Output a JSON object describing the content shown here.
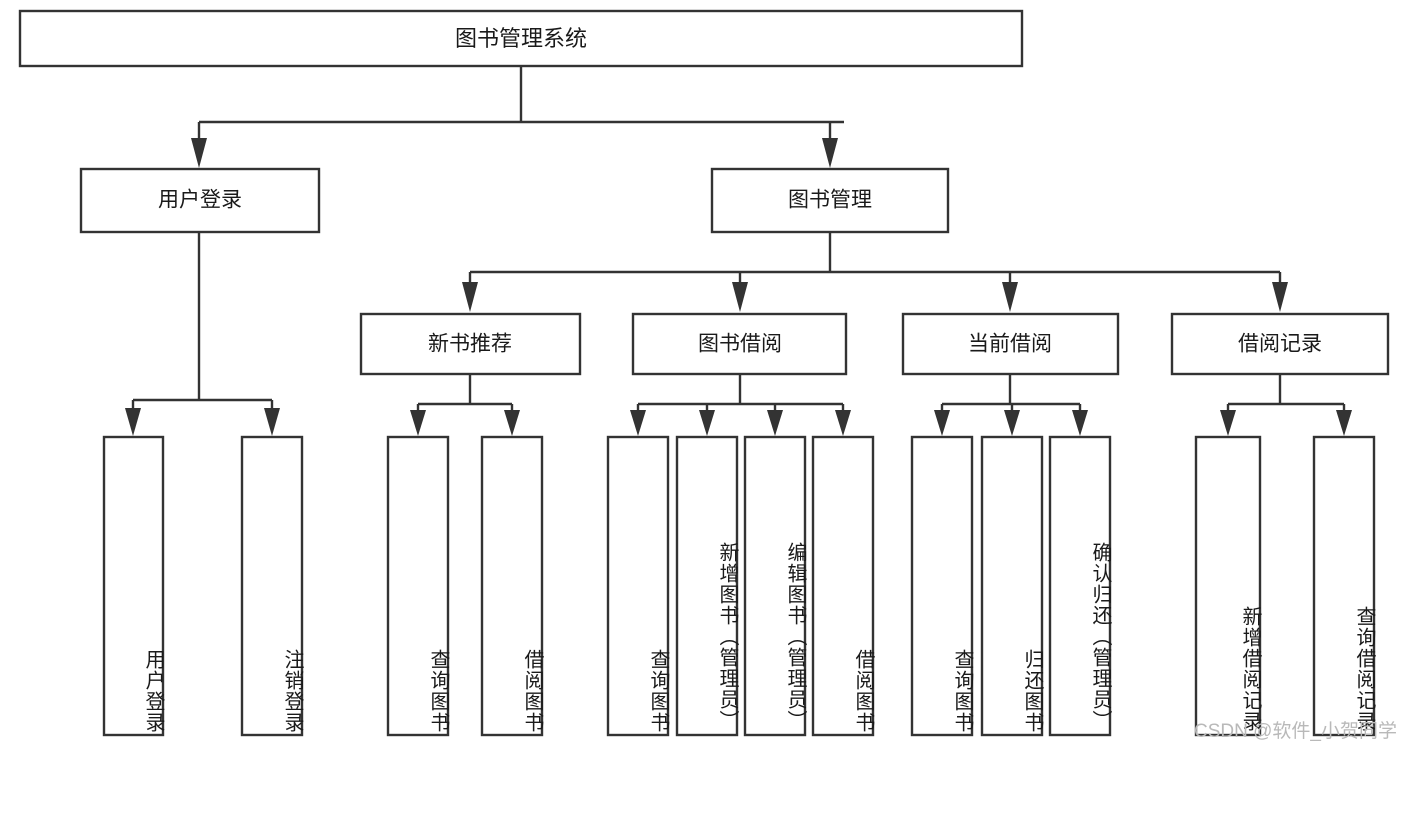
{
  "diagram": {
    "type": "tree-hierarchy",
    "title_node": "图书管理系统",
    "watermark": "CSDN @软件_小贺同学",
    "colors": {
      "stroke": "#333333",
      "box_fill": "#ffffff",
      "text": "#1a1a1a",
      "background": "#ffffff",
      "watermark": "#b9b9b9"
    },
    "levels": {
      "root": {
        "label": "图书管理系统"
      },
      "level2": [
        {
          "label": "用户登录"
        },
        {
          "label": "图书管理"
        }
      ],
      "level3": [
        {
          "label": "新书推荐"
        },
        {
          "label": "图书借阅"
        },
        {
          "label": "当前借阅"
        },
        {
          "label": "借阅记录"
        }
      ]
    },
    "leaves": {
      "user_login": [
        {
          "label": "用户登录"
        },
        {
          "label": "注销登录"
        }
      ],
      "new_book_recommend": [
        {
          "label": "查询图书"
        },
        {
          "label": "借阅图书"
        }
      ],
      "book_borrow": [
        {
          "label": "查询图书"
        },
        {
          "label": "新增图书（管理员）"
        },
        {
          "label": "编辑图书（管理员）"
        },
        {
          "label": "借阅图书"
        }
      ],
      "current_borrow": [
        {
          "label": "查询图书"
        },
        {
          "label": "归还图书"
        },
        {
          "label": "确认归还（管理员）"
        }
      ],
      "borrow_record": [
        {
          "label": "新增借阅记录"
        },
        {
          "label": "查询借阅记录"
        }
      ]
    }
  }
}
